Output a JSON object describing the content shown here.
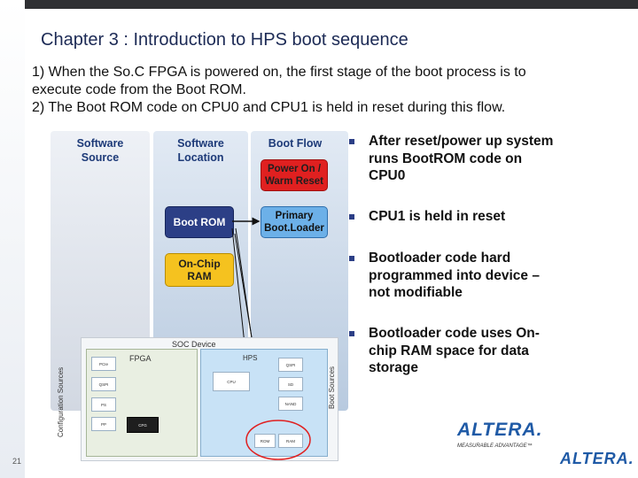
{
  "slide": {
    "title": "Chapter 3 : Introduction to HPS boot sequence",
    "lines": [
      "1) When the So.C FPGA is powered on, the first stage of the boot process is to",
      "execute code from the Boot ROM.",
      "2) The Boot ROM code on CPU0 and CPU1 is held in reset during this flow."
    ],
    "page_number": "21"
  },
  "diagram": {
    "columns": [
      "Software\nSource",
      "Software\nLocation",
      "Boot Flow"
    ],
    "boxes": {
      "power_on": "Power On /\nWarm Reset",
      "boot_rom": "Boot ROM",
      "primary_bootloader": "Primary\nBoot.Loader",
      "onchip_ram": "On-Chip\nRAM"
    },
    "bullets": [
      "After reset/power up system runs BootROM code on CPU0",
      "CPU1 is held in reset",
      "Bootloader code hard programmed into device – not modifiable",
      "Bootloader code uses On-chip RAM space for data storage"
    ],
    "soc": {
      "title": "SOC Device",
      "fpga": "FPGA",
      "hps": "HPS",
      "config_sources": "Configuration Sources",
      "boot_sources": "Boot Sources",
      "cpu": "CPU"
    }
  },
  "logos": {
    "main": "ALTERA.",
    "tagline": "MEASURABLE ADVANTAGE™",
    "corner": "ALTERA."
  },
  "colors": {
    "title": "#1c2a55",
    "boot_rom": "#2c3f86",
    "power_on": "#e02020",
    "primary": "#6cb0e8",
    "onchip": "#f5c21f",
    "brand": "#1f5aa6"
  }
}
